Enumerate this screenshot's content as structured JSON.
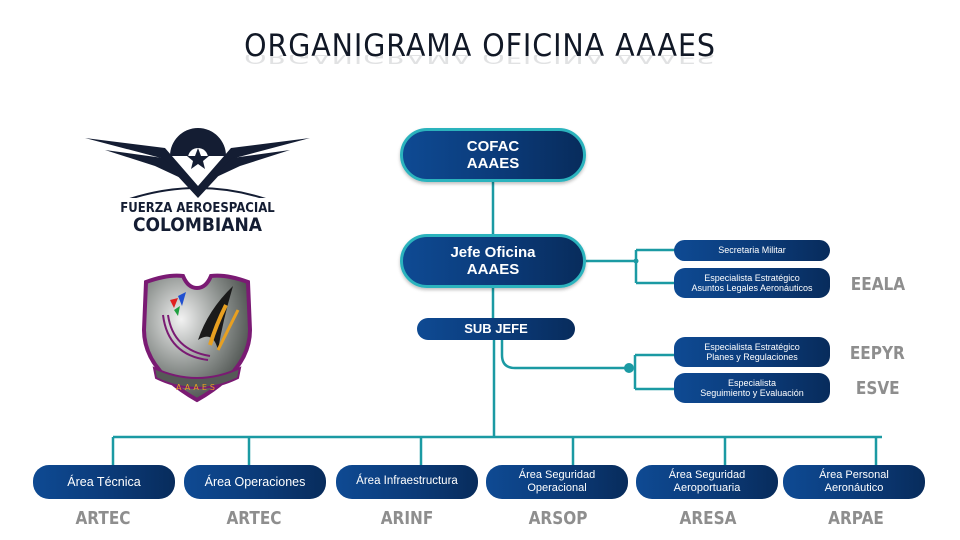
{
  "title": "ORGANIGRAMA OFICINA AAAES",
  "logos": {
    "fac": {
      "line1": "FUERZA AEROESPACIAL",
      "line2": "COLOMBIANA"
    },
    "shield": {
      "text": "AAAES"
    }
  },
  "nodes": {
    "cofac": {
      "line1": "COFAC",
      "line2": "AAAES"
    },
    "jefe": {
      "line1": "Jefe Oficina",
      "line2": "AAAES"
    },
    "subjefe": {
      "label": "SUB JEFE"
    },
    "secretaria": {
      "label": "Secretaria Militar"
    },
    "eeala": {
      "line1": "Especialista Estratégico",
      "line2": "Asuntos Legales Aeronáuticos",
      "code": "EEALA"
    },
    "eepyr": {
      "line1": "Especialista Estratégico",
      "line2": "Planes y Regulaciones",
      "code": "EEPYR"
    },
    "esve": {
      "line1": "Especialista",
      "line2": "Seguimiento y Evaluación",
      "code": "ESVE"
    }
  },
  "areas": [
    {
      "line1": "Área Técnica",
      "line2": "",
      "code": "ARTEC"
    },
    {
      "line1": "Área  Operaciones",
      "line2": "",
      "code": "ARTEC"
    },
    {
      "line1": "Área Infraestructura",
      "line2": "",
      "code": "ARINF"
    },
    {
      "line1": "Área Seguridad",
      "line2": "Operacional",
      "code": "ARSOP"
    },
    {
      "line1": "Área  Seguridad",
      "line2": "Aeroportuaria",
      "code": "ARESA"
    },
    {
      "line1": "Área  Personal",
      "line2": "Aeronáutico",
      "code": "ARPAE"
    }
  ],
  "colors": {
    "node_dark": "#0b3a78",
    "connector": "#1b9aa3",
    "border": "#2bb3bd",
    "code_gray": "#8e8e8e"
  }
}
